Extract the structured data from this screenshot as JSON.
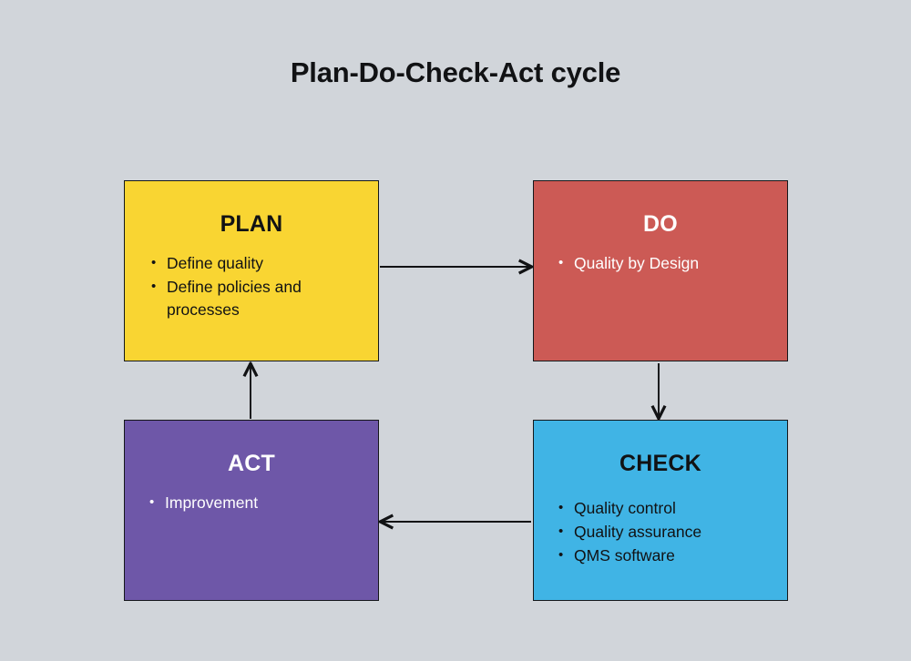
{
  "page": {
    "title": "Plan-Do-Check-Act cycle",
    "background_color": "#d1d5da"
  },
  "diagram": {
    "type": "cycle-flowchart",
    "nodes": [
      {
        "id": "plan",
        "title": "PLAN",
        "fill_color": "#F9D532",
        "text_color": "#111214",
        "items": [
          "Define quality",
          "Define policies and processes"
        ]
      },
      {
        "id": "do",
        "title": "DO",
        "fill_color": "#CC5A55",
        "text_color": "#FFFFFF",
        "items": [
          "Quality by Design"
        ]
      },
      {
        "id": "check",
        "title": "CHECK",
        "fill_color": "#40B4E5",
        "text_color": "#111214",
        "items": [
          "Quality control",
          "Quality assurance",
          "QMS software"
        ]
      },
      {
        "id": "act",
        "title": "ACT",
        "fill_color": "#6E57A8",
        "text_color": "#FFFFFF",
        "items": [
          "Improvement"
        ]
      }
    ],
    "edges": [
      {
        "id": "plan-to-do",
        "from": "plan",
        "to": "do",
        "direction": "right"
      },
      {
        "id": "do-to-check",
        "from": "do",
        "to": "check",
        "direction": "down"
      },
      {
        "id": "check-to-act",
        "from": "check",
        "to": "act",
        "direction": "left"
      },
      {
        "id": "act-to-plan",
        "from": "act",
        "to": "plan",
        "direction": "up"
      }
    ],
    "edge_color": "#111214"
  }
}
